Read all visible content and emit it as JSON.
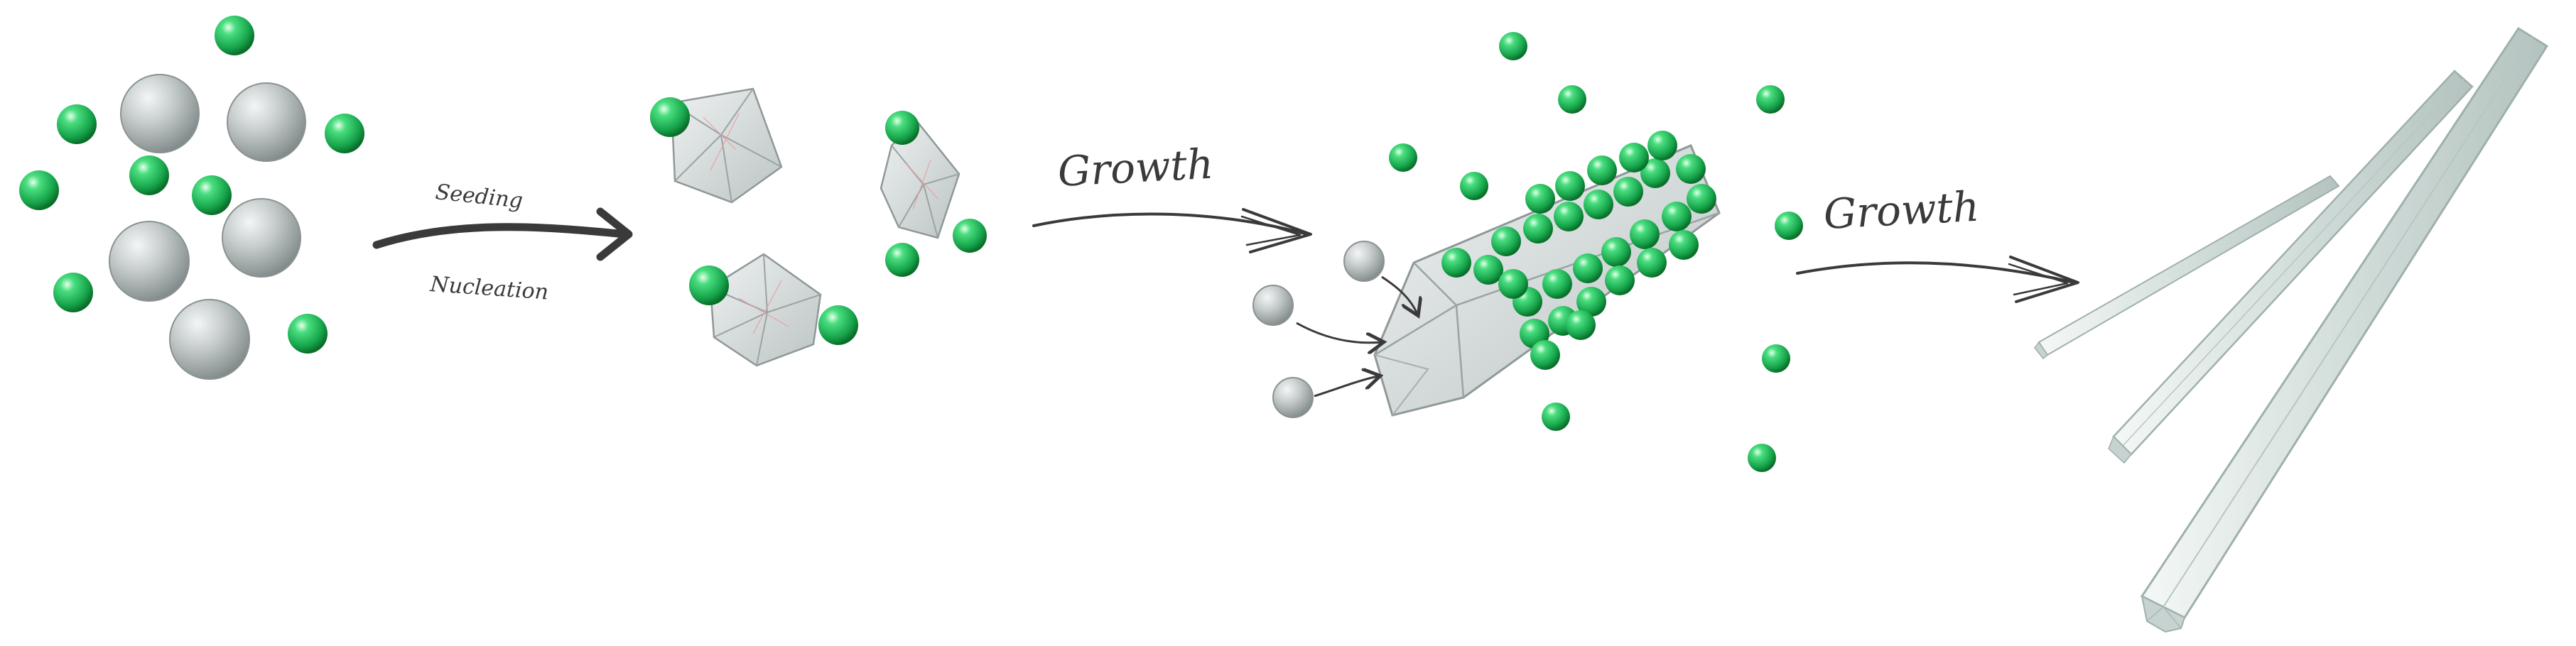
{
  "labels": {
    "seeding": "Seeding",
    "nucleation": "Nucleation",
    "growth_1": "Growth",
    "growth_2": "Growth"
  },
  "colors": {
    "green_sphere": "#22c55e",
    "green_sphere_dark": "#0a8a32",
    "gray_sphere": "#b9c0c0",
    "gray_sphere_dark": "#7c8585",
    "crystal_fill": "#d9dede",
    "crystal_edge": "#8f9898",
    "arrow": "#3a3a3a",
    "rod_fill": "#dde6e4",
    "rod_edge": "#9fb0ac"
  },
  "icons": {
    "green_sphere": "precursor-atom-icon",
    "gray_sphere": "seed-particle-icon",
    "crystal": "crystal-nucleus-icon",
    "rod": "nanorod-icon"
  }
}
